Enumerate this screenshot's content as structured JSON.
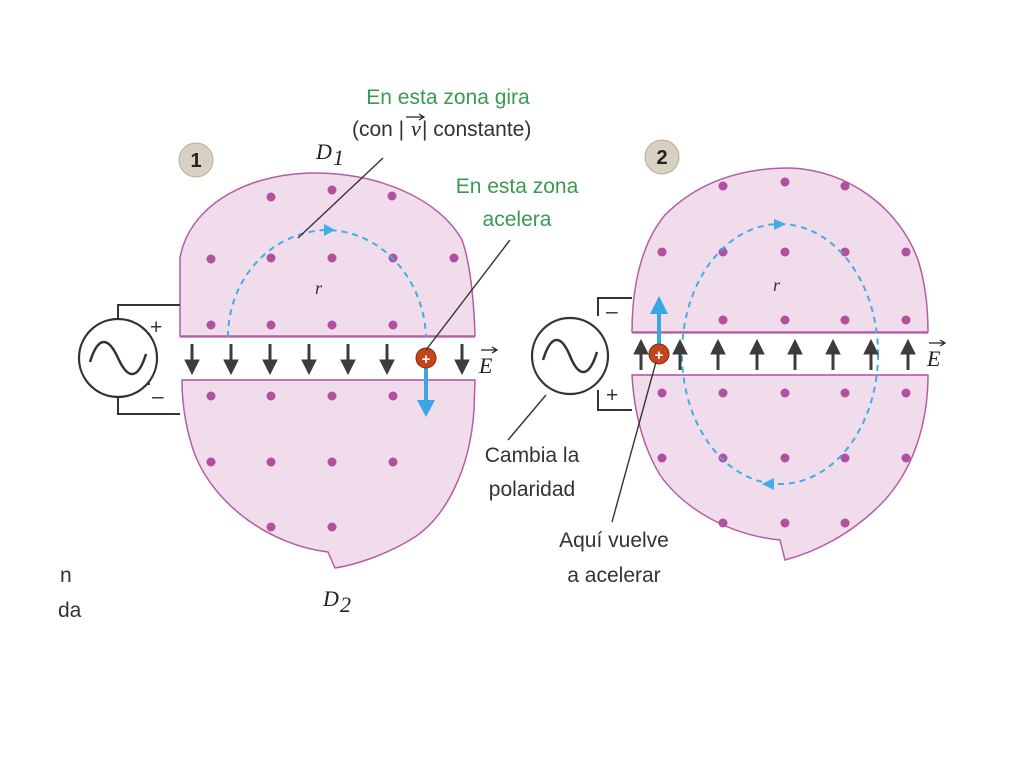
{
  "colors": {
    "dee_fill": "#f1dcec",
    "dee_stroke": "#b45ca5",
    "field_dot": "#b0509e",
    "arrow_dark": "#3c3c3c",
    "trajectory": "#3eaee6",
    "velocity": "#3aa7e4",
    "particle": "#c4441c",
    "label_green": "#3a9a52",
    "label_dark": "#333333"
  },
  "icons": {
    "source": "ac-source-icon",
    "particle": "positive-charge-icon",
    "badge": "numbered-badge"
  },
  "panel1": {
    "badge": "1",
    "d1_label": "D",
    "d1_sub": "1",
    "d2_label": "D",
    "d2_sub": "2",
    "radius_label": "r",
    "plus_sign": "+",
    "minus_sign": "–",
    "field_label": "E",
    "particle_sign": "+",
    "field_direction": "down"
  },
  "panel2": {
    "badge": "2",
    "radius_label": "r",
    "plus_sign": "+",
    "minus_sign": "–",
    "field_label": "E",
    "particle_sign": "+",
    "field_direction": "up"
  },
  "labels": {
    "rotate_line1": "En esta zona gira",
    "rotate_line2_a": "(con |",
    "rotate_line2_v": "v",
    "rotate_line2_b": "| constante)",
    "accel_line1": "En esta zona",
    "accel_line2": "acelera",
    "polarity_line1": "Cambia la",
    "polarity_line2": "polaridad",
    "reaccel_line1": "Aquí vuelve",
    "reaccel_line2": "a acelerar",
    "cut_line1": "n",
    "cut_line2": "da"
  }
}
